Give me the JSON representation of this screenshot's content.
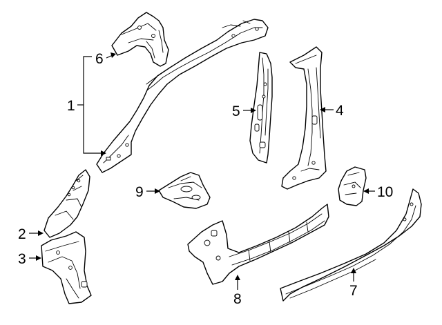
{
  "colors": {
    "line": "#000000",
    "background": "#ffffff"
  },
  "callouts": {
    "c1": "1",
    "c2": "2",
    "c3": "3",
    "c4": "4",
    "c5": "5",
    "c6": "6",
    "c7": "7",
    "c8": "8",
    "c9": "9",
    "c10": "10"
  }
}
